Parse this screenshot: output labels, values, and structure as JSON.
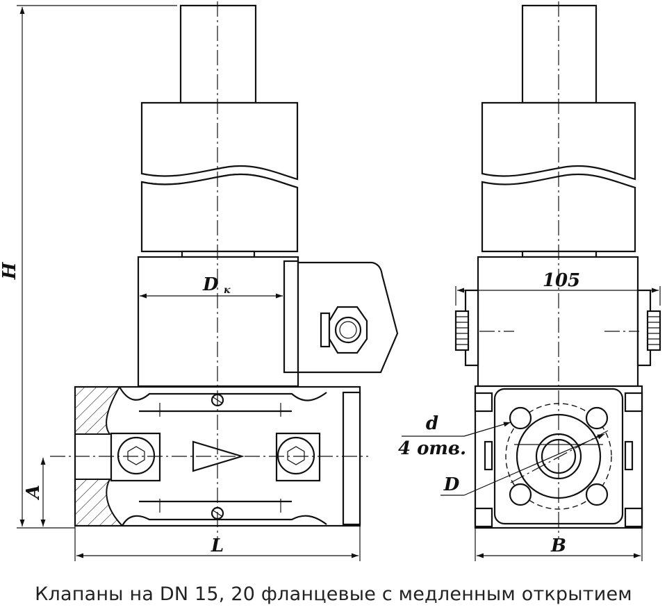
{
  "caption": "Клапаны на DN 15, 20 фланцевые с медленным открытием",
  "dimensions": {
    "height": "H",
    "axis_height": "A",
    "length": "L",
    "nominal_diameter": "D",
    "nominal_diameter_sub": "к",
    "width_value": "105",
    "hole_diameter": "d",
    "hole_count": "4 отв.",
    "bolt_circle": "D",
    "base_width": "B"
  }
}
